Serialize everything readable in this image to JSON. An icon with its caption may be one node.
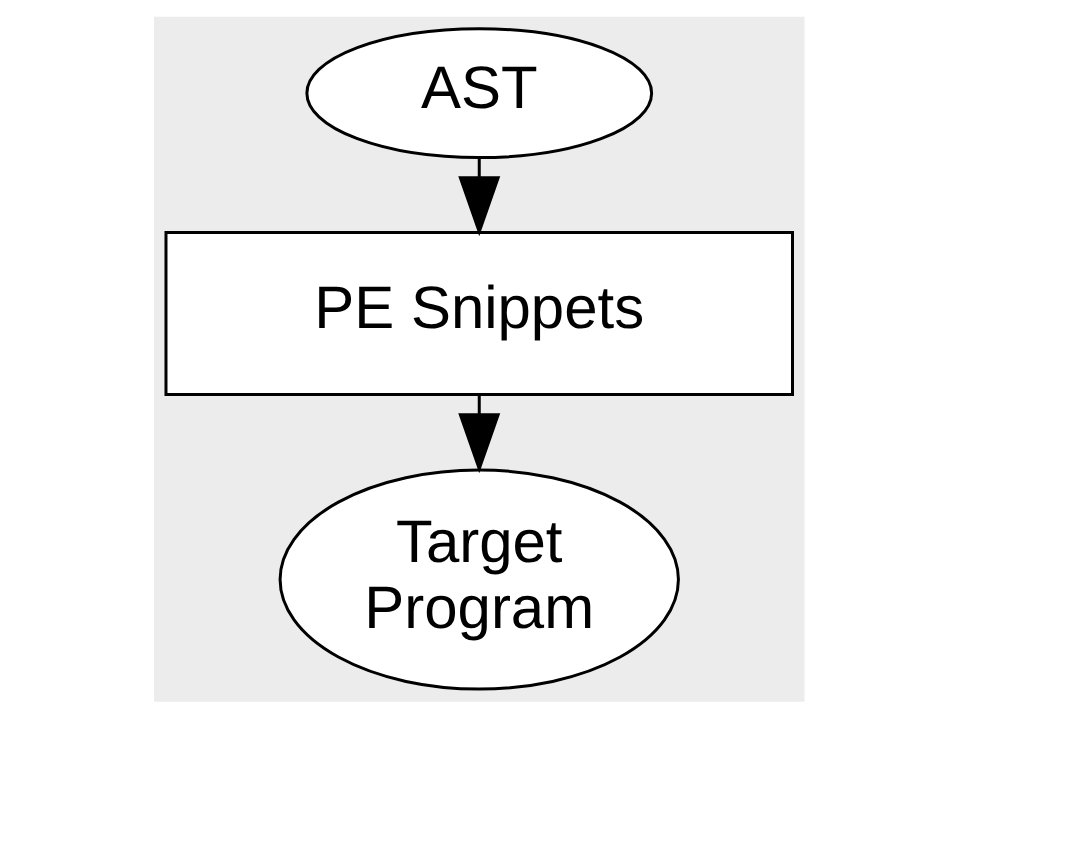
{
  "diagram": {
    "nodes": [
      {
        "text": [
          "AST"
        ]
      },
      {
        "text": [
          "PE Snippets"
        ]
      },
      {
        "text": [
          "Target Program"
        ]
      }
    ],
    "edges": [
      {
        "from": 0,
        "to": 1,
        "arrow": "to"
      },
      {
        "from": 1,
        "to": 2,
        "arrow": "to"
      }
    ]
  }
}
